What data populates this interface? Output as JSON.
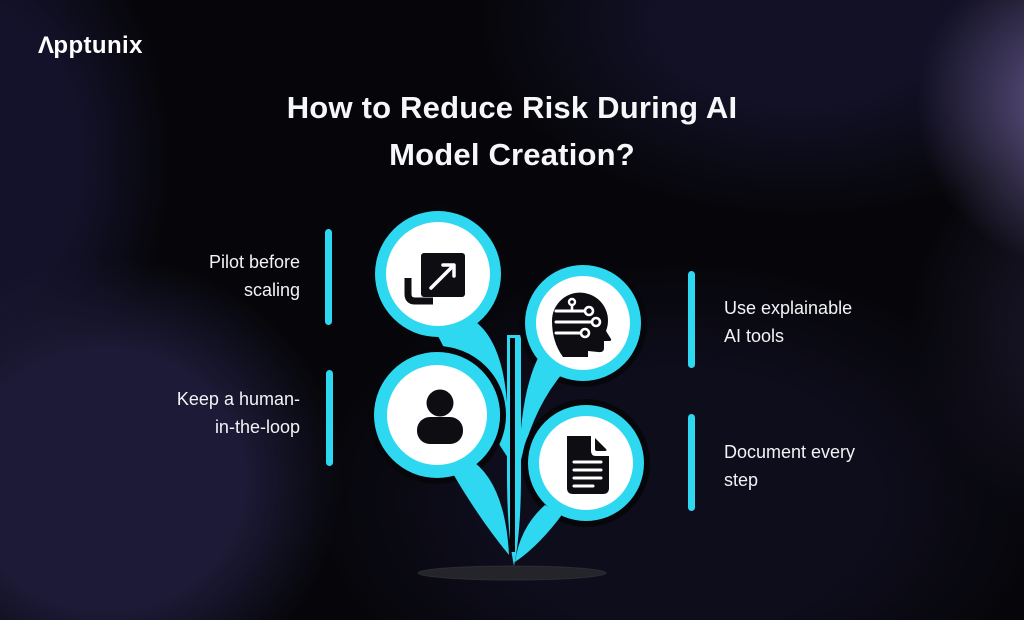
{
  "brand": {
    "name": "Apptunix",
    "mark": "Λ",
    "rest": "pptunix"
  },
  "title": {
    "line1": "How to Reduce Risk During AI",
    "line2": "Model Creation?"
  },
  "items": [
    {
      "id": "pilot",
      "label_line1": "Pilot before",
      "label_line2": "scaling",
      "icon": "scale-icon",
      "side": "left"
    },
    {
      "id": "human",
      "label_line1": "Keep a human-",
      "label_line2": "in-the-loop",
      "icon": "user-icon",
      "side": "left"
    },
    {
      "id": "explainable",
      "label_line1": "Use explainable",
      "label_line2": "AI tools",
      "icon": "ai-head-icon",
      "side": "right"
    },
    {
      "id": "document",
      "label_line1": "Document every",
      "label_line2": "step",
      "icon": "document-icon",
      "side": "right"
    }
  ],
  "colors": {
    "accent": "#2ED8F0",
    "background": "#06060A",
    "leaf_inner": "#FFFFFF",
    "icon_black": "#0D0D12",
    "title_text": "#F6F7F9"
  }
}
